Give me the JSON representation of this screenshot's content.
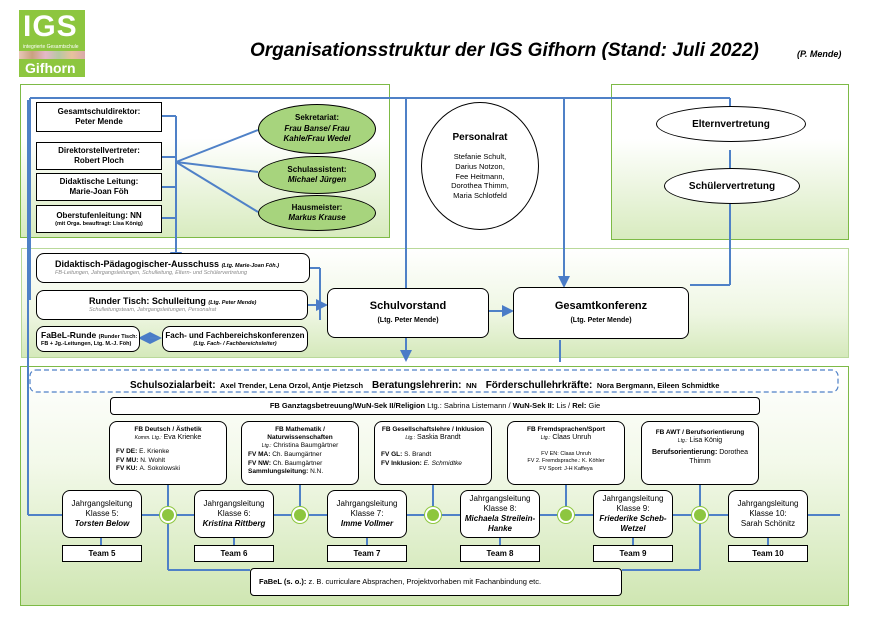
{
  "logo": {
    "main": "IGS",
    "tagline": "integrierte Gesamtschule",
    "sub": "Gifhorn"
  },
  "title": "Organisationsstruktur der IGS Gifhorn (Stand: Juli 2022)",
  "author": "(P. Mende)",
  "leadership": [
    {
      "role": "Gesamtschuldirektor:",
      "name": "Peter Mende"
    },
    {
      "role": "Direktorstellvertreter:",
      "name": "Robert Ploch"
    },
    {
      "role": "Didaktische Leitung:",
      "name": "Marie-Joan Föh"
    },
    {
      "role": "Oberstufenleitung: NN",
      "name": "(mit Orga. beauftragt: Lisa König)"
    }
  ],
  "staff": [
    {
      "role": "Sekretariat:",
      "name": "Frau Banse/ Frau Kahle/Frau Wedel"
    },
    {
      "role": "Schulassistent:",
      "name": "Michael Jürgen"
    },
    {
      "role": "Hausmeister:",
      "name": "Markus Krause"
    }
  ],
  "personalrat": {
    "title": "Personalrat",
    "members": [
      "Stefanie Schult,",
      "Darius Notzon,",
      "Fee Heitmann,",
      "Dorothea Thimm,",
      "Maria Schlotfeld"
    ]
  },
  "eltern": "Elternvertretung",
  "schueler": "Schülervertretung",
  "dpa": {
    "title": "Didaktisch-Pädagogischer-Ausschuss",
    "lead": "(Ltg. Marie-Joan Föh.)",
    "members": "FB-Leitungen, Jahrgangsleitungen, Schulleitung, Eltern- und Schülervertretung"
  },
  "runder_tisch": {
    "title": "Runder Tisch: Schulleitung",
    "lead": "(Ltg. Peter Mende)",
    "members": "Schulleitungsteam, Jahrgangsleitungen, Personalrat"
  },
  "fabel_runde": {
    "title": "FaBeL-Runde",
    "lead": "(Runder Tisch:",
    "members": "FB + Jg.-Leitungen, Ltg. M.-J. Föh)"
  },
  "fach_konf": {
    "title": "Fach- und Fachbereichskonferenzen",
    "lead": "(Ltg. Fach- / Fachbereichsleiter)"
  },
  "schulvorstand": {
    "title": "Schulvorstand",
    "lead": "(Ltg. Peter Mende)"
  },
  "gesamtkonferenz": {
    "title": "Gesamtkonferenz",
    "lead": "(Ltg. Peter Mende)"
  },
  "support": {
    "sozial_label": "Schulsozialarbeit:",
    "sozial_names": "Axel Trender, Lena Orzol, Antje Pietzsch",
    "beratung_label": "Beratungslehrerin:",
    "beratung_names": "NN",
    "foerder_label": "Förderschullehrkräfte:",
    "foerder_names": "Nora Bergmann, Eileen Schmidtke"
  },
  "ganztag": {
    "label": "FB Ganztagsbetreuung/WuN-Sek II/Religion",
    "ltg": "Ltg.:",
    "name1": "Sabrina Listemann /",
    "wun": "WuN-Sek II:",
    "name2": "Lis /",
    "rel": "Rel:",
    "name3": "Gie"
  },
  "fb": [
    {
      "title": "FB Deutsch / Ästhetik",
      "ltg": "Komm. Ltg.:",
      "leader": "Eva Krienke",
      "lines": [
        [
          "FV DE:",
          "E. Krienke"
        ],
        [
          "FV MU:",
          "N. Wohlt"
        ],
        [
          "FV KU:",
          "A. Sokolowski"
        ]
      ]
    },
    {
      "title": "FB Mathematik / Naturwissenschaften",
      "ltg": "Ltg.:",
      "leader": "Christina Baumgärtner",
      "lines": [
        [
          "FV MA:",
          "Ch. Baumgärtner"
        ],
        [
          "FV NW:",
          "Ch. Baumgärtner"
        ],
        [
          "Sammlungsleitung:",
          "N.N."
        ]
      ]
    },
    {
      "title": "FB Gesellschaftslehre / Inklusion",
      "ltg": "Ltg.:",
      "leader": "Saskia Brandt",
      "lines": [
        [
          "FV GL:",
          "S. Brandt"
        ],
        [
          "FV Inklusion:",
          "E. Schmidtke"
        ]
      ]
    },
    {
      "title": "FB Fremdsprachen/Sport",
      "ltg": "Ltg.:",
      "leader": "Claas Unruh",
      "lines": [
        [
          "FV EN:",
          "Claas Unruh"
        ],
        [
          "FV 2. Fremdsprache.:",
          "K. Köhler"
        ],
        [
          "FV Sport:",
          "J-H Kaffeya"
        ]
      ]
    },
    {
      "title": "FB AWT / Berufsorientierung",
      "ltg": "Ltg.:",
      "leader": "Lisa König",
      "lines": [
        [
          "Berufsorientierung:",
          "Dorothea Thimm"
        ]
      ]
    }
  ],
  "jahrgaenge": [
    {
      "title": "Jahrgangsleitung Klasse 5:",
      "name": "Torsten Below",
      "team": "Team 5"
    },
    {
      "title": "Jahrgangsleitung Klasse 6:",
      "name": "Kristina Rittberg",
      "team": "Team 6"
    },
    {
      "title": "Jahrgangsleitung Klasse 7:",
      "name": "Imme Vollmer",
      "team": "Team 7"
    },
    {
      "title": "Jahrgangsleitung Klasse 8:",
      "name": "Michaela Streilein-Hanke",
      "team": "Team 8"
    },
    {
      "title": "Jahrgangsleitung Klasse 9:",
      "name": "Friederike Scheb-Wetzel",
      "team": "Team 9"
    },
    {
      "title": "Jahrgangsleitung Klasse 10:",
      "name": "Sarah Schönitz",
      "team": "Team 10"
    }
  ],
  "fabel_bottom": {
    "label": "FaBeL (s. o.):",
    "text": "z. B. curriculare Absprachen, Projektvorhaben mit Fachanbindung etc."
  }
}
